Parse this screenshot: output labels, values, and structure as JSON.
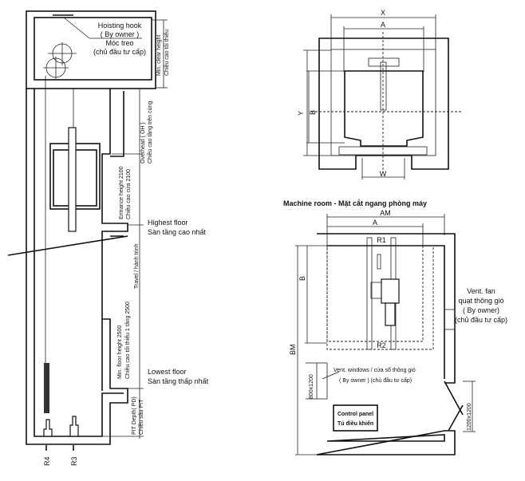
{
  "elevation": {
    "hoisting_hook_en": "Hoisting hook",
    "hoisting_hook_owner": "( By owner )",
    "hoisting_hook_vi": "Móc treo",
    "hoisting_hook_owner_vi": "(chủ đầu tư cấp)",
    "min_clear_height_en": "Min. clear height",
    "min_clear_height_vi": "Chiều cao tối thiểu",
    "overhead_en": "Overhead ( OH )",
    "overhead_vi": "Chiều cao tầng trên cùng",
    "entrance_en": "Entrance height 2100",
    "entrance_vi": "Chiều cao cửa 2100",
    "highest_floor_en": "Highest floor",
    "highest_floor_vi": "Sàn tầng cao nhất",
    "travel": "Travel / hành trình",
    "min_floor_en": "Min. floor height 2500",
    "min_floor_vi": "Chiều cao tối thiểu 1 tầng 2500",
    "lowest_floor_en": "Lowest floor",
    "lowest_floor_vi": "Sàn tầng thấp nhất",
    "pit_en": "PIT Depth( PD)",
    "pit_vi": "Chiều sâu PIT",
    "r4": "R4",
    "r3": "R3"
  },
  "plan": {
    "x": "X",
    "a": "A",
    "y": "Y",
    "b": "B",
    "w": "W"
  },
  "machine_room": {
    "title": "Machine room  - Mặt cắt ngang phòng máy",
    "am": "AM",
    "a": "A",
    "b": "B",
    "bm": "BM",
    "r1": "R1",
    "r2": "R2",
    "vent_fan_en": "Vent. fan",
    "vent_fan_vi": "quạt thông gió",
    "vent_fan_owner": "( By owner)",
    "vent_fan_owner_vi": "(chủ đầu tư cấp)",
    "vent_windows": "Vent. windows / cửa sổ thông gió",
    "vent_windows_owner": "( By owner ) (chủ đầu tư cấp)",
    "window_size": "800x1200",
    "door_size": "1200x1200",
    "control_panel_en": "Control panel",
    "control_panel_vi": "Tủ điều khiển"
  }
}
